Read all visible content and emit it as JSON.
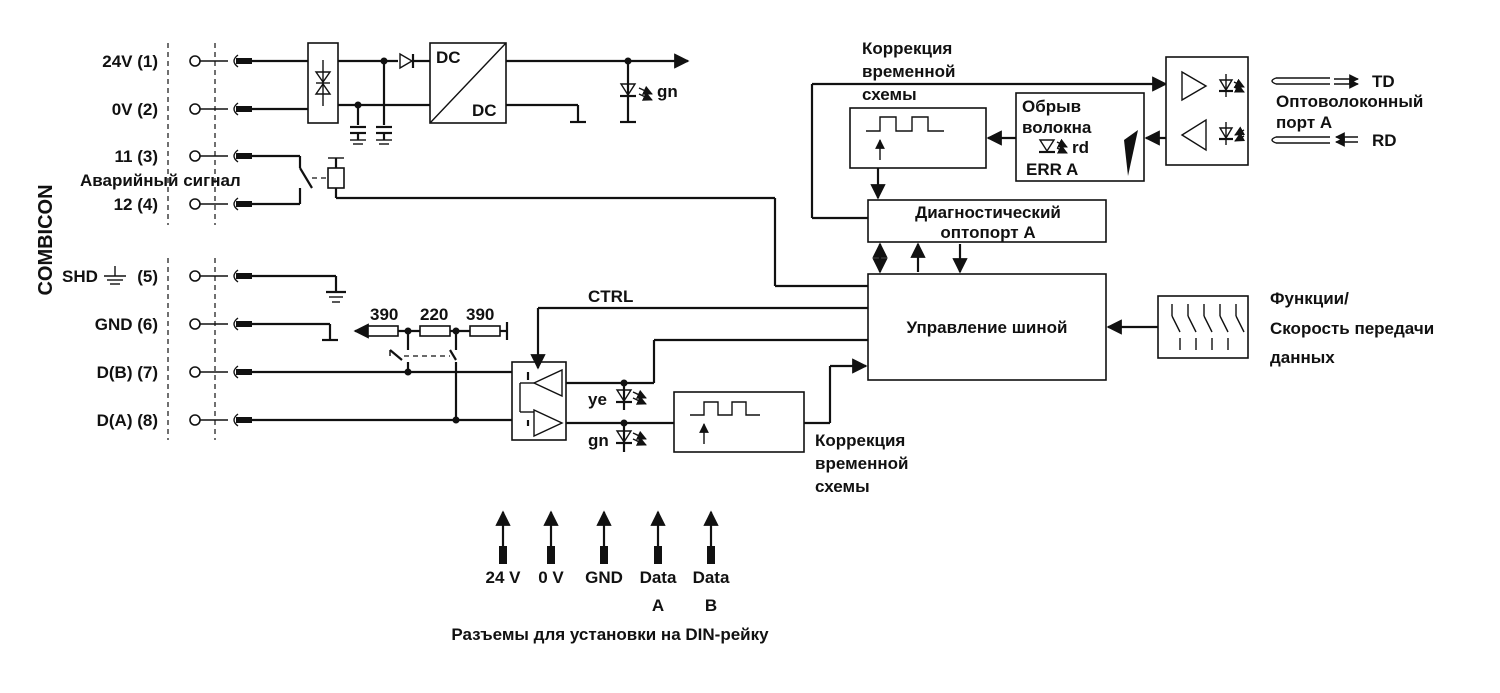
{
  "connector": {
    "name": "COMBICON",
    "terminals": [
      "24V (1)",
      "0V (2)",
      "11 (3)",
      "12 (4)",
      "SHD",
      "(5)",
      "GND (6)",
      "D(B) (7)",
      "D(A) (8)"
    ],
    "alarm_label": "Аварийный сигнал"
  },
  "power": {
    "dc_in": "DC",
    "dc_out": "DC",
    "led": "gn"
  },
  "resistors": [
    "390",
    "220",
    "390"
  ],
  "ctrl_label": "CTRL",
  "leds": {
    "ye": "ye",
    "gn": "gn",
    "rd": "rd"
  },
  "blocks": {
    "timing_top": [
      "Коррекция",
      "временной",
      "схемы"
    ],
    "fiber_break": [
      "Обрыв",
      "волокна"
    ],
    "err": "ERR A",
    "diag": [
      "Диагностический",
      "оптопорт A"
    ],
    "bus": "Управление шиной",
    "timing_bottom": [
      "Коррекция",
      "временной",
      "схемы"
    ],
    "functions": [
      "Функции/",
      "Скорость передачи",
      "данных"
    ]
  },
  "fiber": {
    "td": "TD",
    "rd": "RD",
    "port": [
      "Оптоволоконный",
      "порт A"
    ]
  },
  "din_rail": {
    "pins": [
      {
        "line1": "24 V",
        "line2": ""
      },
      {
        "line1": "0 V",
        "line2": ""
      },
      {
        "line1": "GND",
        "line2": ""
      },
      {
        "line1": "Data",
        "line2": "A"
      },
      {
        "line1": "Data",
        "line2": "B"
      }
    ],
    "caption": "Разъемы для установки на DIN-рейку"
  }
}
